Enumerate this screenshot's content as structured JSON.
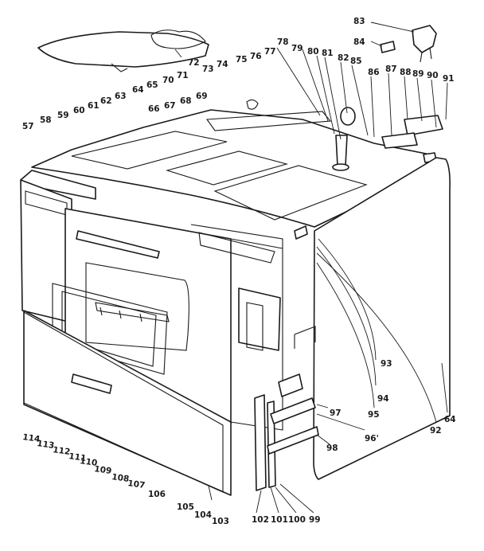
{
  "diagram": {
    "part_callouts": [
      {
        "id": "83",
        "label": "83"
      },
      {
        "id": "84",
        "label": "84"
      },
      {
        "id": "78",
        "label": "78"
      },
      {
        "id": "79",
        "label": "79"
      },
      {
        "id": "80",
        "label": "80"
      },
      {
        "id": "81",
        "label": "81"
      },
      {
        "id": "82",
        "label": "82"
      },
      {
        "id": "85",
        "label": "85"
      },
      {
        "id": "86",
        "label": "86"
      },
      {
        "id": "87",
        "label": "87"
      },
      {
        "id": "88",
        "label": "88"
      },
      {
        "id": "89",
        "label": "89"
      },
      {
        "id": "90",
        "label": "90"
      },
      {
        "id": "91",
        "label": "91"
      },
      {
        "id": "77",
        "label": "77"
      },
      {
        "id": "76",
        "label": "76"
      },
      {
        "id": "75",
        "label": "75"
      },
      {
        "id": "74",
        "label": "74"
      },
      {
        "id": "73",
        "label": "73"
      },
      {
        "id": "72",
        "label": "72"
      },
      {
        "id": "71",
        "label": "71"
      },
      {
        "id": "70",
        "label": "70"
      },
      {
        "id": "65",
        "label": "65"
      },
      {
        "id": "64a",
        "label": "64"
      },
      {
        "id": "63",
        "label": "63"
      },
      {
        "id": "62",
        "label": "62"
      },
      {
        "id": "61",
        "label": "61"
      },
      {
        "id": "60",
        "label": "60"
      },
      {
        "id": "59",
        "label": "59"
      },
      {
        "id": "58",
        "label": "58"
      },
      {
        "id": "57",
        "label": "57"
      },
      {
        "id": "66",
        "label": "66"
      },
      {
        "id": "67",
        "label": "67"
      },
      {
        "id": "68",
        "label": "68"
      },
      {
        "id": "69",
        "label": "69"
      },
      {
        "id": "93",
        "label": "93"
      },
      {
        "id": "94",
        "label": "94"
      },
      {
        "id": "95",
        "label": "95"
      },
      {
        "id": "92",
        "label": "92"
      },
      {
        "id": "64b",
        "label": "64"
      },
      {
        "id": "97",
        "label": "97"
      },
      {
        "id": "96",
        "label": "96'"
      },
      {
        "id": "98",
        "label": "98"
      },
      {
        "id": "114",
        "label": "114"
      },
      {
        "id": "113",
        "label": "113"
      },
      {
        "id": "112",
        "label": "112"
      },
      {
        "id": "111",
        "label": "111"
      },
      {
        "id": "110",
        "label": "110"
      },
      {
        "id": "109",
        "label": "109"
      },
      {
        "id": "108",
        "label": "108"
      },
      {
        "id": "107",
        "label": "107"
      },
      {
        "id": "106",
        "label": "106"
      },
      {
        "id": "105",
        "label": "105"
      },
      {
        "id": "104",
        "label": "104"
      },
      {
        "id": "103",
        "label": "103"
      },
      {
        "id": "102",
        "label": "102"
      },
      {
        "id": "101",
        "label": "101"
      },
      {
        "id": "100",
        "label": "100"
      },
      {
        "id": "99",
        "label": "99"
      }
    ]
  }
}
